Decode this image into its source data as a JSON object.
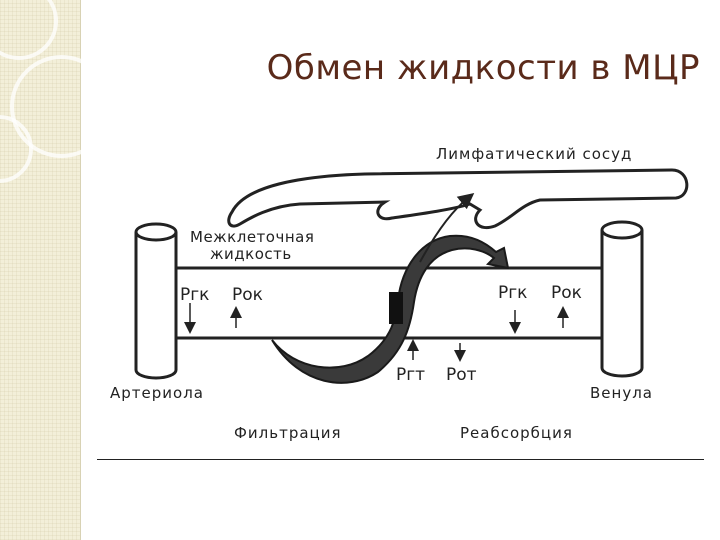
{
  "title": "Обмен жидкости в МЦР",
  "diagram": {
    "lymph_vessel": "Лимфатический сосуд",
    "interstitial_line1": "Межклеточная",
    "interstitial_line2": "жидкость",
    "left_pressures": {
      "hydrostatic": "Ргк",
      "oncotic": "Рок"
    },
    "right_pressures": {
      "hydrostatic": "Ргк",
      "oncotic": "Рок"
    },
    "tissue_pressures": {
      "hydrostatic": "Ргт",
      "oncotic": "Рот"
    },
    "arteriole": "Артериола",
    "venule": "Венула",
    "filtration": "Фильтрация",
    "reabsorption": "Реабсорбция"
  }
}
